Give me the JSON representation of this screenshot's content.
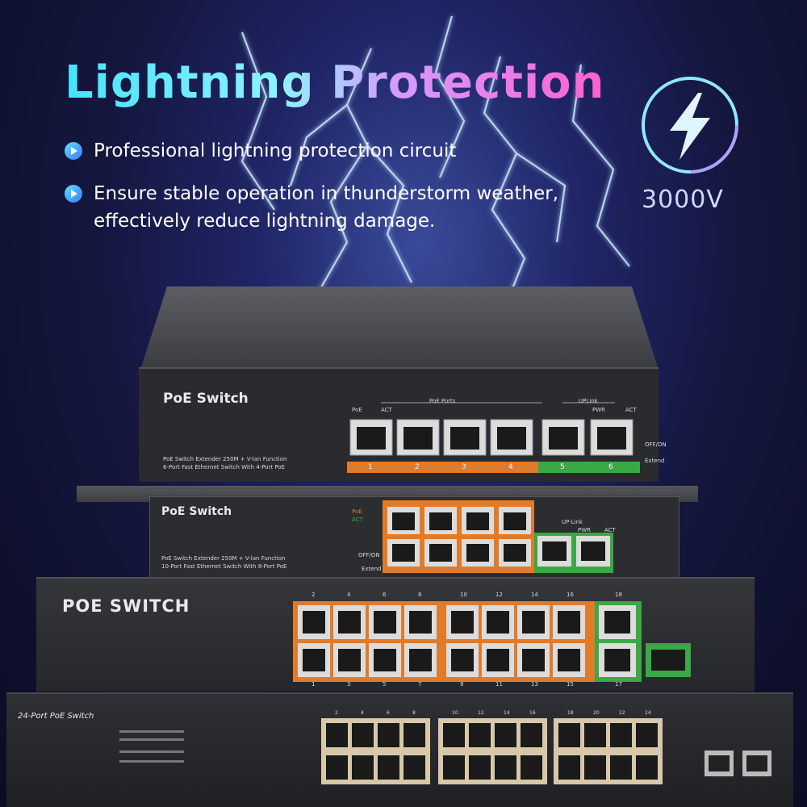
{
  "headline": "Lightning Protection",
  "bullets": [
    {
      "text": "Professional lightning protection circuit"
    },
    {
      "text": "Ensure stable operation in thunderstorm weather,",
      "line2": "effectively reduce lightning damage."
    }
  ],
  "badge": {
    "voltage": "3000V",
    "icon": "lightning-bolt-icon"
  },
  "switch_6port": {
    "brand": "PoE Switch",
    "desc1": "PoE Switch Extender 250M + V-lan Function",
    "desc2": "6-Port Fast Ethernet Switch With 4-Port PoE",
    "led_poe": "PoE",
    "led_act": "ACT",
    "poe_ports_label": "PoE Ports",
    "uplink_label": "UPLink",
    "pwr_label": "PWR",
    "act_label": "ACT",
    "offon_label": "OFF/ON",
    "extend_label": "Extend",
    "port_numbers": [
      "1",
      "2",
      "3",
      "4",
      "5",
      "6"
    ]
  },
  "switch_10port": {
    "brand": "PoE Switch",
    "legend_poe": "PoE",
    "legend_act": "ACT",
    "desc1": "PoE Switch Extender 250M + V-lan Function",
    "desc2": "10-Port Fast Ethernet Switch With 8-Port PoE",
    "offon_label": "OFF/ON",
    "extend_label": "Extend",
    "uplink_label": "UP-Link",
    "pwr_label": "PWR",
    "act_label": "ACT"
  },
  "switch_18port": {
    "brand": "POE SWITCH",
    "top_numbers": [
      "2",
      "4",
      "6",
      "8",
      "10",
      "12",
      "14",
      "16",
      "18"
    ],
    "bottom_numbers": [
      "1",
      "3",
      "5",
      "7",
      "9",
      "11",
      "13",
      "15",
      "17"
    ]
  },
  "switch_24port": {
    "brand": "24-Port PoE Switch",
    "top_numbers": [
      "2",
      "4",
      "6",
      "8",
      "10",
      "12",
      "14",
      "16",
      "18",
      "20",
      "22",
      "24"
    ]
  },
  "colors": {
    "poe_orange": "#e07b2c",
    "uplink_green": "#3aa845",
    "accent_cyan": "#44e3ff",
    "accent_pink": "#ff5fd0"
  }
}
